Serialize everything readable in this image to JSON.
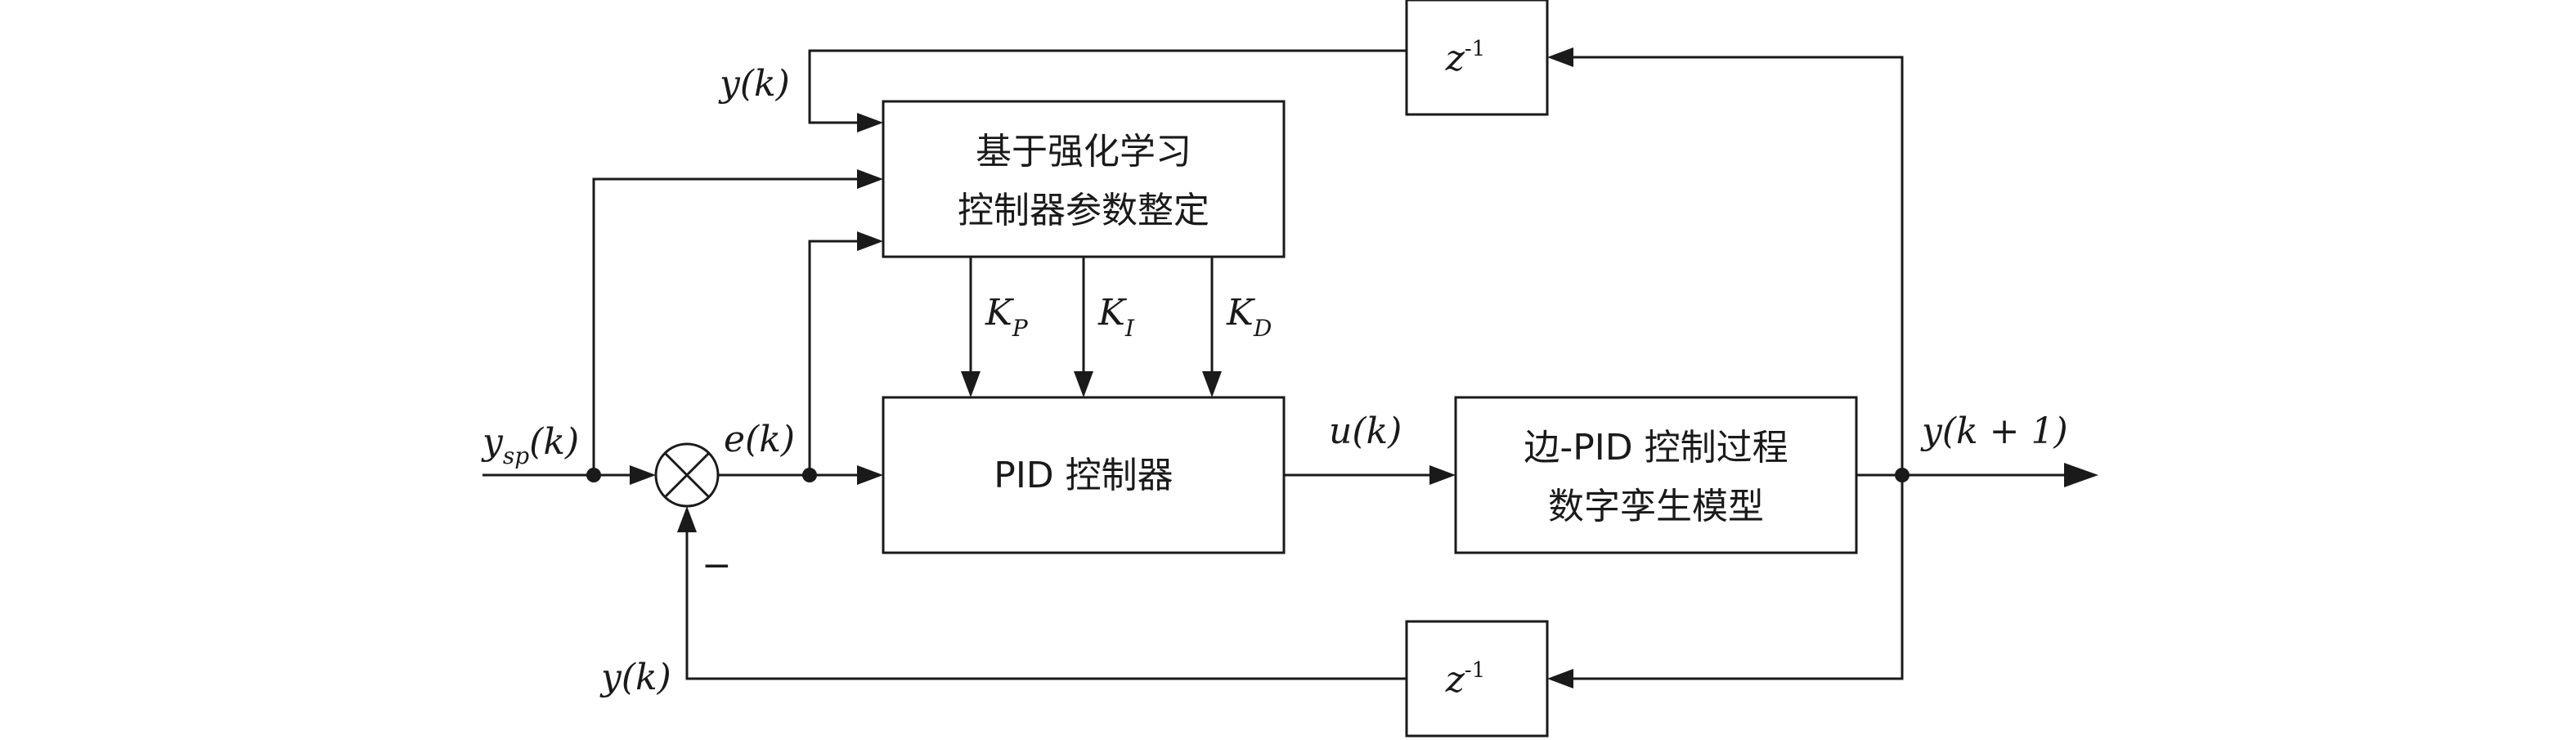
{
  "blocks": {
    "rl_tuner": {
      "line1": "基于强化学习",
      "line2": "控制器参数整定"
    },
    "pid": {
      "label": "PID 控制器"
    },
    "twin": {
      "line1": "边-PID 控制过程",
      "line2": "数字孪生模型"
    },
    "delay_top": {
      "base": "z",
      "exp": "-1"
    },
    "delay_bottom": {
      "base": "z",
      "exp": "-1"
    }
  },
  "signals": {
    "setpoint": {
      "base": "y",
      "sub": "sp",
      "arg": "(k)"
    },
    "error": {
      "text": "e(k)"
    },
    "control": {
      "text": "u(k)"
    },
    "output": {
      "text": "y(k + 1)"
    },
    "feedback_top": {
      "text": "y(k)"
    },
    "feedback_bottom": {
      "text": "y(k)"
    },
    "minus_sign": "−"
  },
  "gains": [
    {
      "base": "K",
      "sub": "P"
    },
    {
      "base": "K",
      "sub": "I"
    },
    {
      "base": "K",
      "sub": "D"
    }
  ],
  "style": {
    "line_color": "#1a1a1a",
    "background": "#ffffff"
  }
}
